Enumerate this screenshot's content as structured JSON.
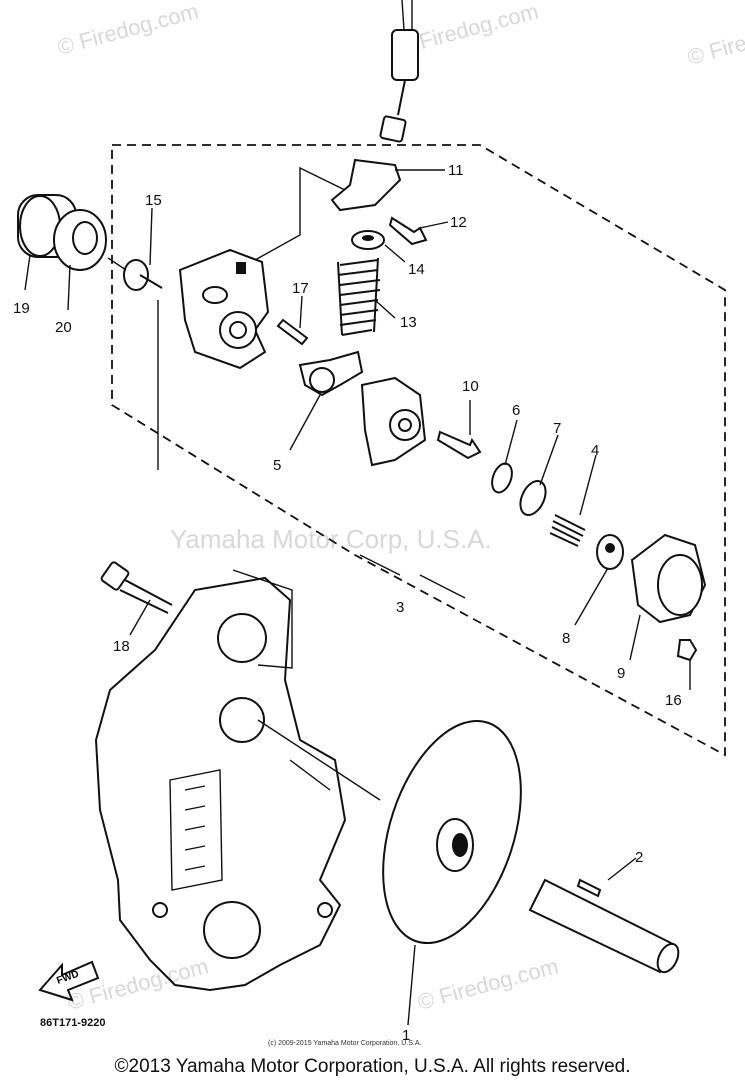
{
  "watermarks": {
    "firedog_label": "© Firedog.com",
    "yamaha_label": "Yamaha Motor Corp, U.S.A."
  },
  "diagram_code": "86T171-9220",
  "small_credit": "(c) 2009-2015 Yamaha Motor Corporation, U.S.A.",
  "copyright": "©2013 Yamaha Motor Corporation, U.S.A. All rights reserved.",
  "direction_arrow_label": "FWD",
  "callouts": {
    "c1": "1",
    "c2": "2",
    "c3": "3",
    "c4": "4",
    "c5": "5",
    "c6": "6",
    "c7": "7",
    "c8": "8",
    "c9": "9",
    "c10": "10",
    "c11": "11",
    "c12": "12",
    "c13": "13",
    "c14": "14",
    "c15": "15",
    "c16": "16",
    "c17": "17",
    "c18": "18",
    "c19": "19",
    "c20": "20"
  }
}
